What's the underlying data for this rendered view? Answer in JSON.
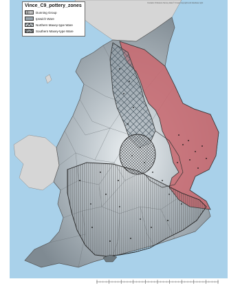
{
  "legend": {
    "title": "Vince_C9_pottery_zones",
    "items": [
      {
        "label": "Dunning Group",
        "pattern": "vertical-lines",
        "fill": "#d8d8d8"
      },
      {
        "label": "Ipswich Ware",
        "pattern": "solid",
        "fill": "#9aa7b0"
      },
      {
        "label": "Northern Maxey-type Ware",
        "pattern": "cross-hatch",
        "fill": "#c9d1d6"
      },
      {
        "label": "Southern Maxey-type Ware",
        "pattern": "dense-cross-hatch",
        "fill": "#c9d1d6"
      }
    ]
  },
  "attribution": "Contains Ordnance Survey data © Crown copyright and database right",
  "colors": {
    "sea": "#a9d1ea",
    "land_other": "#d6d6d6",
    "ipswich_ware": "#c9676e",
    "zone_outline": "#333333"
  },
  "scale_bar": {
    "ticks": 10
  }
}
